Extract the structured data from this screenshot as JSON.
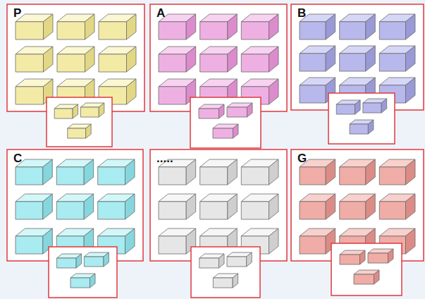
{
  "diagram": {
    "nodes": [
      {
        "text": [
          "P"
        ]
      },
      {
        "text": [
          "A"
        ]
      },
      {
        "text": [
          "B"
        ]
      },
      {
        "text": [
          "C"
        ]
      },
      {
        "text": [
          "....."
        ]
      },
      {
        "text": [
          "G"
        ]
      }
    ]
  }
}
